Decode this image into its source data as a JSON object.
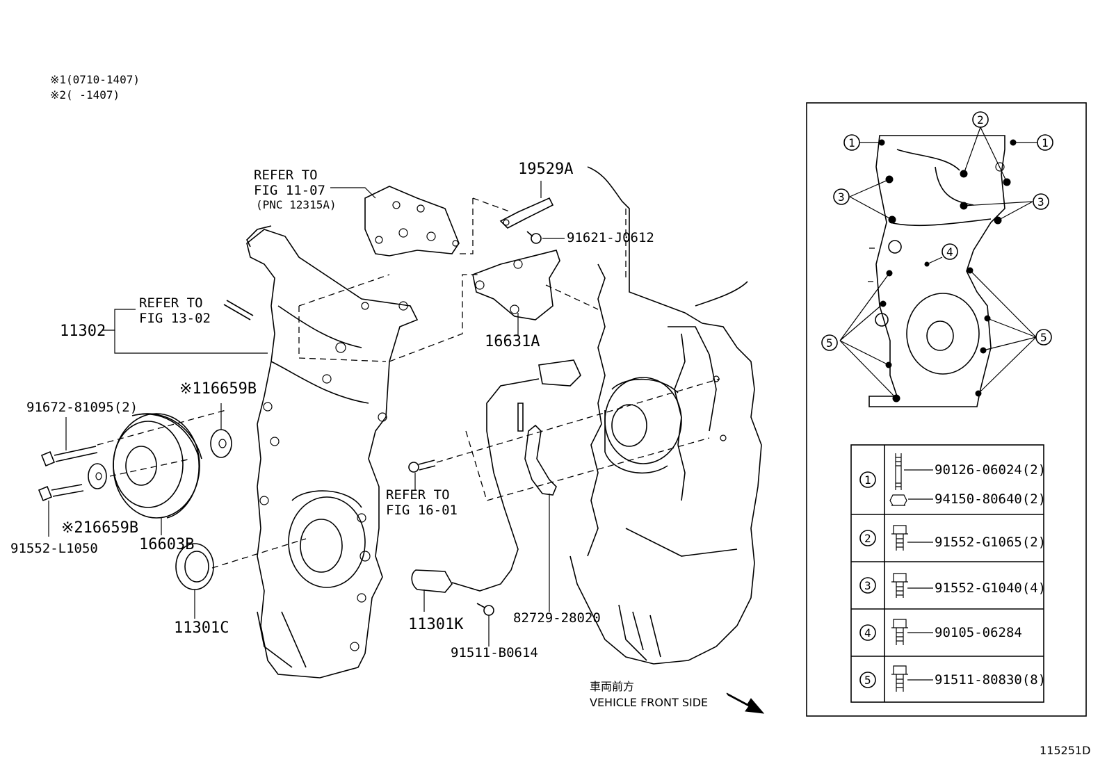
{
  "notes": {
    "note1": "※1(0710-1407)",
    "note2": "※2(      -1407)"
  },
  "callouts": {
    "refer_11_07_line1": "REFER TO",
    "refer_11_07_line2": "FIG 11-07",
    "refer_11_07_line3": "(PNC 12315A)",
    "refer_13_02_line1": "REFER TO",
    "refer_13_02_line2": "FIG 13-02",
    "refer_16_01_line1": "REFER TO",
    "refer_16_01_line2": "FIG 16-01"
  },
  "parts": {
    "p11302": "11302",
    "p19529A": "19529A",
    "p91621": "91621-J0612",
    "p16631A": "16631A",
    "p91672": "91672-81095(2)",
    "p16659B_1": "※116659B",
    "p16659B_2": "※216659B",
    "p91552L": "91552-L1050",
    "p16603B": "16603B",
    "p11301C": "11301C",
    "p11301K": "11301K",
    "p91511B": "91511-B0614",
    "p82729": "82729-28020"
  },
  "front_label": {
    "japanese": "車両前方",
    "english": "VEHICLE FRONT SIDE"
  },
  "inset": {
    "legend": [
      {
        "num": "1",
        "parts": [
          "90126-06024(2)",
          "94150-80640(2)"
        ]
      },
      {
        "num": "2",
        "parts": [
          "91552-G1065(2)"
        ]
      },
      {
        "num": "3",
        "parts": [
          "91552-G1040(4)"
        ]
      },
      {
        "num": "4",
        "parts": [
          "90105-06284"
        ]
      },
      {
        "num": "5",
        "parts": [
          "91511-80830(8)"
        ]
      }
    ],
    "markers": {
      "m1": "1",
      "m2": "2",
      "m3": "3",
      "m4": "4",
      "m5": "5"
    }
  },
  "figure_id": "115251D"
}
